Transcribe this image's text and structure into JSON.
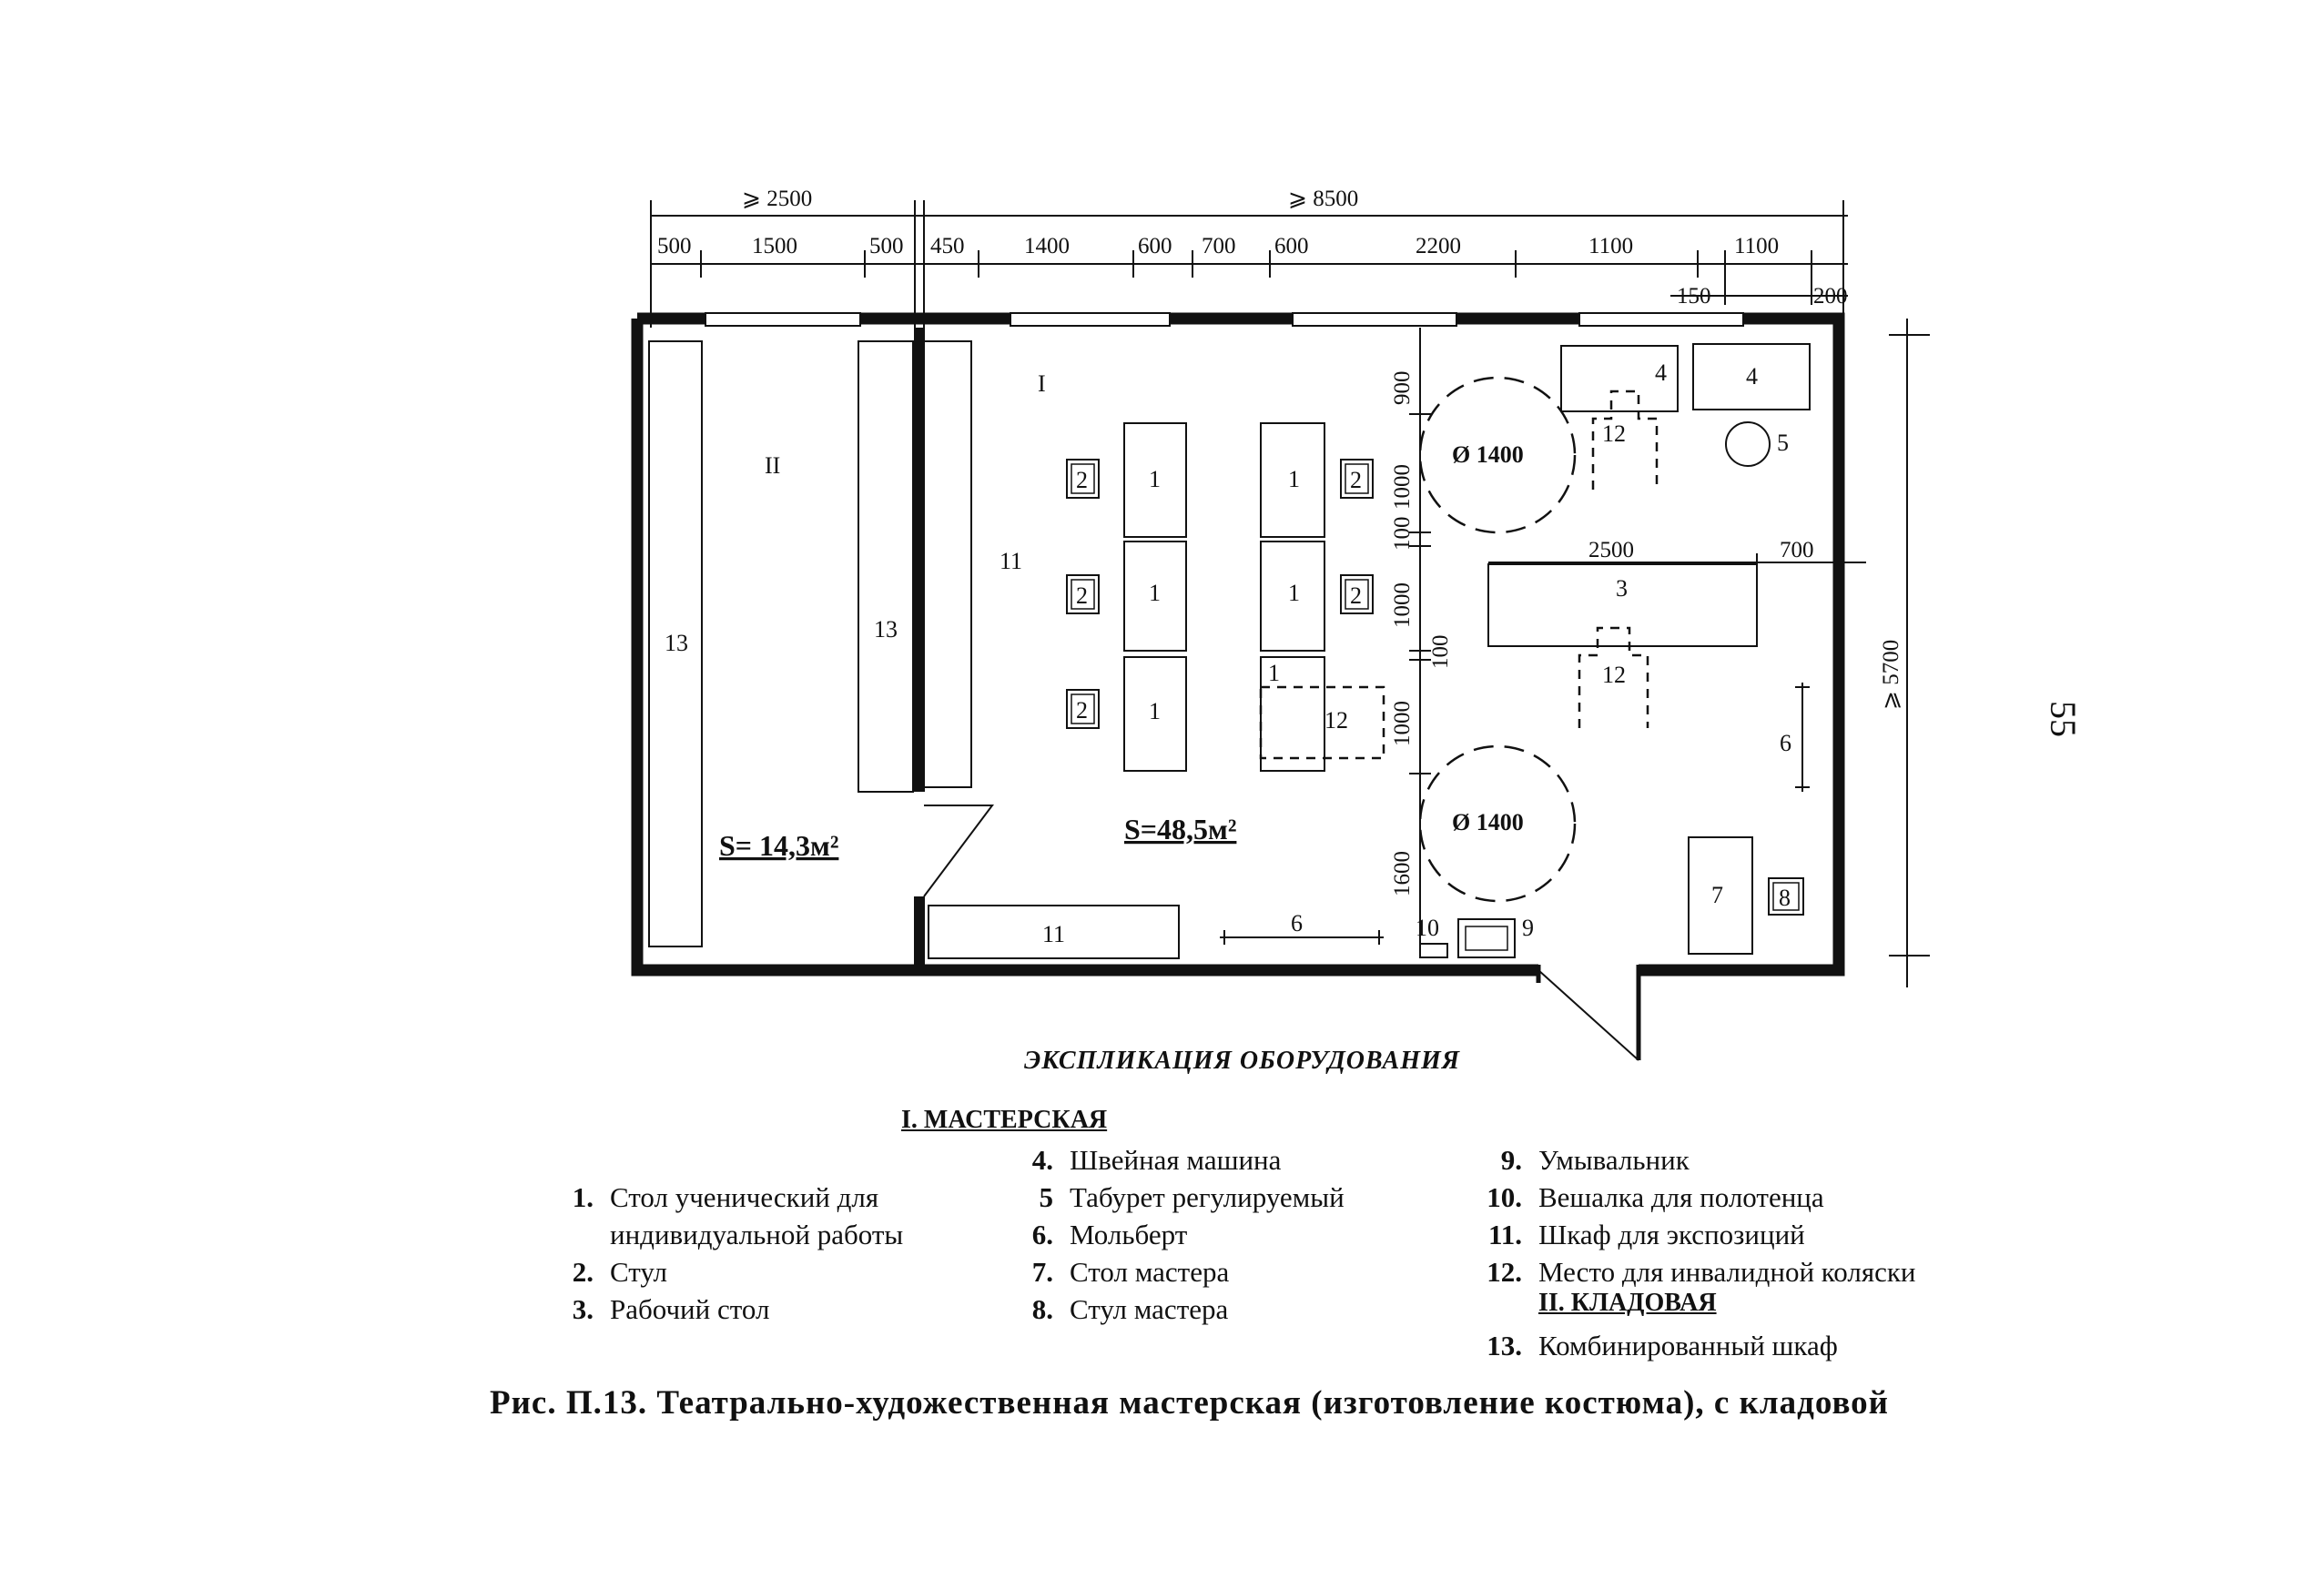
{
  "dims_top": {
    "total_left": "⩾ 2500",
    "total_right": "⩾ 8500",
    "segments": [
      "500",
      "1500",
      "500",
      "450",
      "1400",
      "600",
      "700",
      "600",
      "2200",
      "1100",
      "1100"
    ],
    "small_150": "150",
    "small_200": "200"
  },
  "dims_right": {
    "total": "⩾ 5700"
  },
  "dims_inner": {
    "d900": "900",
    "d1000a": "1000",
    "d100a": "100",
    "d1000b": "1000",
    "d100b": "100",
    "d1000c": "1000",
    "d1600": "1600",
    "d2500": "2500",
    "d700": "700"
  },
  "rooms": {
    "room1_mark": "I",
    "room2_mark": "II",
    "area1": "S=48,5м²",
    "area2": "S= 14,3м²"
  },
  "marks": {
    "desk": "1",
    "chair": "2",
    "worktable": "3",
    "sewing": "4",
    "stool": "5",
    "easel": "6",
    "teacher_table": "7",
    "teacher_chair": "8",
    "sink": "9",
    "towel": "10",
    "cabinet": "11",
    "wheelchair": "12",
    "combo_cabinet": "13",
    "circle1": "Ø 1400",
    "circle2": "Ø 1400"
  },
  "explication": {
    "title": "ЭКСПЛИКАЦИЯ ОБОРУДОВАНИЯ",
    "section1": "I. МАСТЕРСКАЯ",
    "section2": "II. КЛАДОВАЯ",
    "items": [
      {
        "n": "1.",
        "t": "Стол ученический для"
      },
      {
        "n": "",
        "t": "индивидуальной работы"
      },
      {
        "n": "2.",
        "t": "Стул"
      },
      {
        "n": "3.",
        "t": "Рабочий стол"
      },
      {
        "n": "4.",
        "t": "Швейная машина"
      },
      {
        "n": "5",
        "t": "Табурет регулируемый"
      },
      {
        "n": "6.",
        "t": "Мольберт"
      },
      {
        "n": "7.",
        "t": "Стол мастера"
      },
      {
        "n": "8.",
        "t": "Стул мастера"
      },
      {
        "n": "9.",
        "t": "Умывальник"
      },
      {
        "n": "10.",
        "t": "Вешалка для полотенца"
      },
      {
        "n": "11.",
        "t": "Шкаф для экспозиций"
      },
      {
        "n": "12.",
        "t": "Место для инвалидной коляски"
      },
      {
        "n": "13.",
        "t": "Комбинированный шкаф"
      }
    ]
  },
  "caption": "Рис. П.13. Театрально-художественная мастерская (изготовление костюма), с кладовой",
  "page_number": "55"
}
